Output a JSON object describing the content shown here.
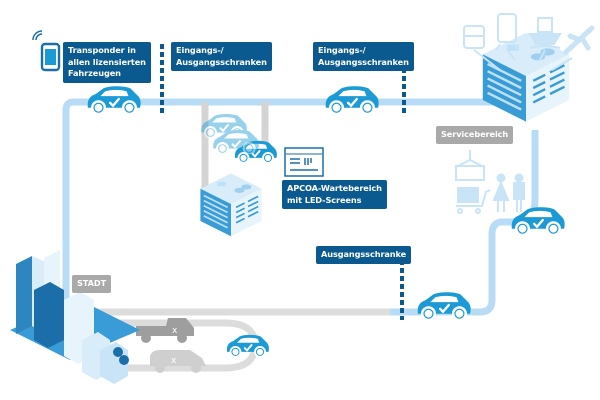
{
  "diagram": {
    "colors": {
      "primary_blue": "#1c9ad6",
      "light_blue_path": "#b8dcf5",
      "dark_label_blue": "#0b5a8f",
      "grey_path": "#dcdcdc",
      "grey_label": "#a9a9a9",
      "pale_blue_icons": "#c9e4f7"
    },
    "labels": {
      "transponder": "Transponder in\nallen lizensierten\nFahrzeugen",
      "gate_1": "Eingangs-/\nAusgangsschranken",
      "gate_2": "Eingangs-/\nAusgangsschranken",
      "waiting_area": "APCOA-Wartebereich\nmit LED-Screens",
      "service_area": "Servicebereich",
      "exit_gate": "Ausgangsschranke",
      "city": "STADT"
    },
    "icons": {
      "transponder": "smartphone-wifi-icon",
      "transport_modes": [
        "bus-icon",
        "train-icon",
        "ship-icon",
        "airplane-icon"
      ],
      "services": [
        "container-crane-icon",
        "luggage-cart-icon",
        "woman-icon",
        "man-icon"
      ],
      "screen": "led-screen-icon",
      "vehicle_status_ok": "checkmark",
      "vehicle_status_denied": "x-mark"
    }
  }
}
